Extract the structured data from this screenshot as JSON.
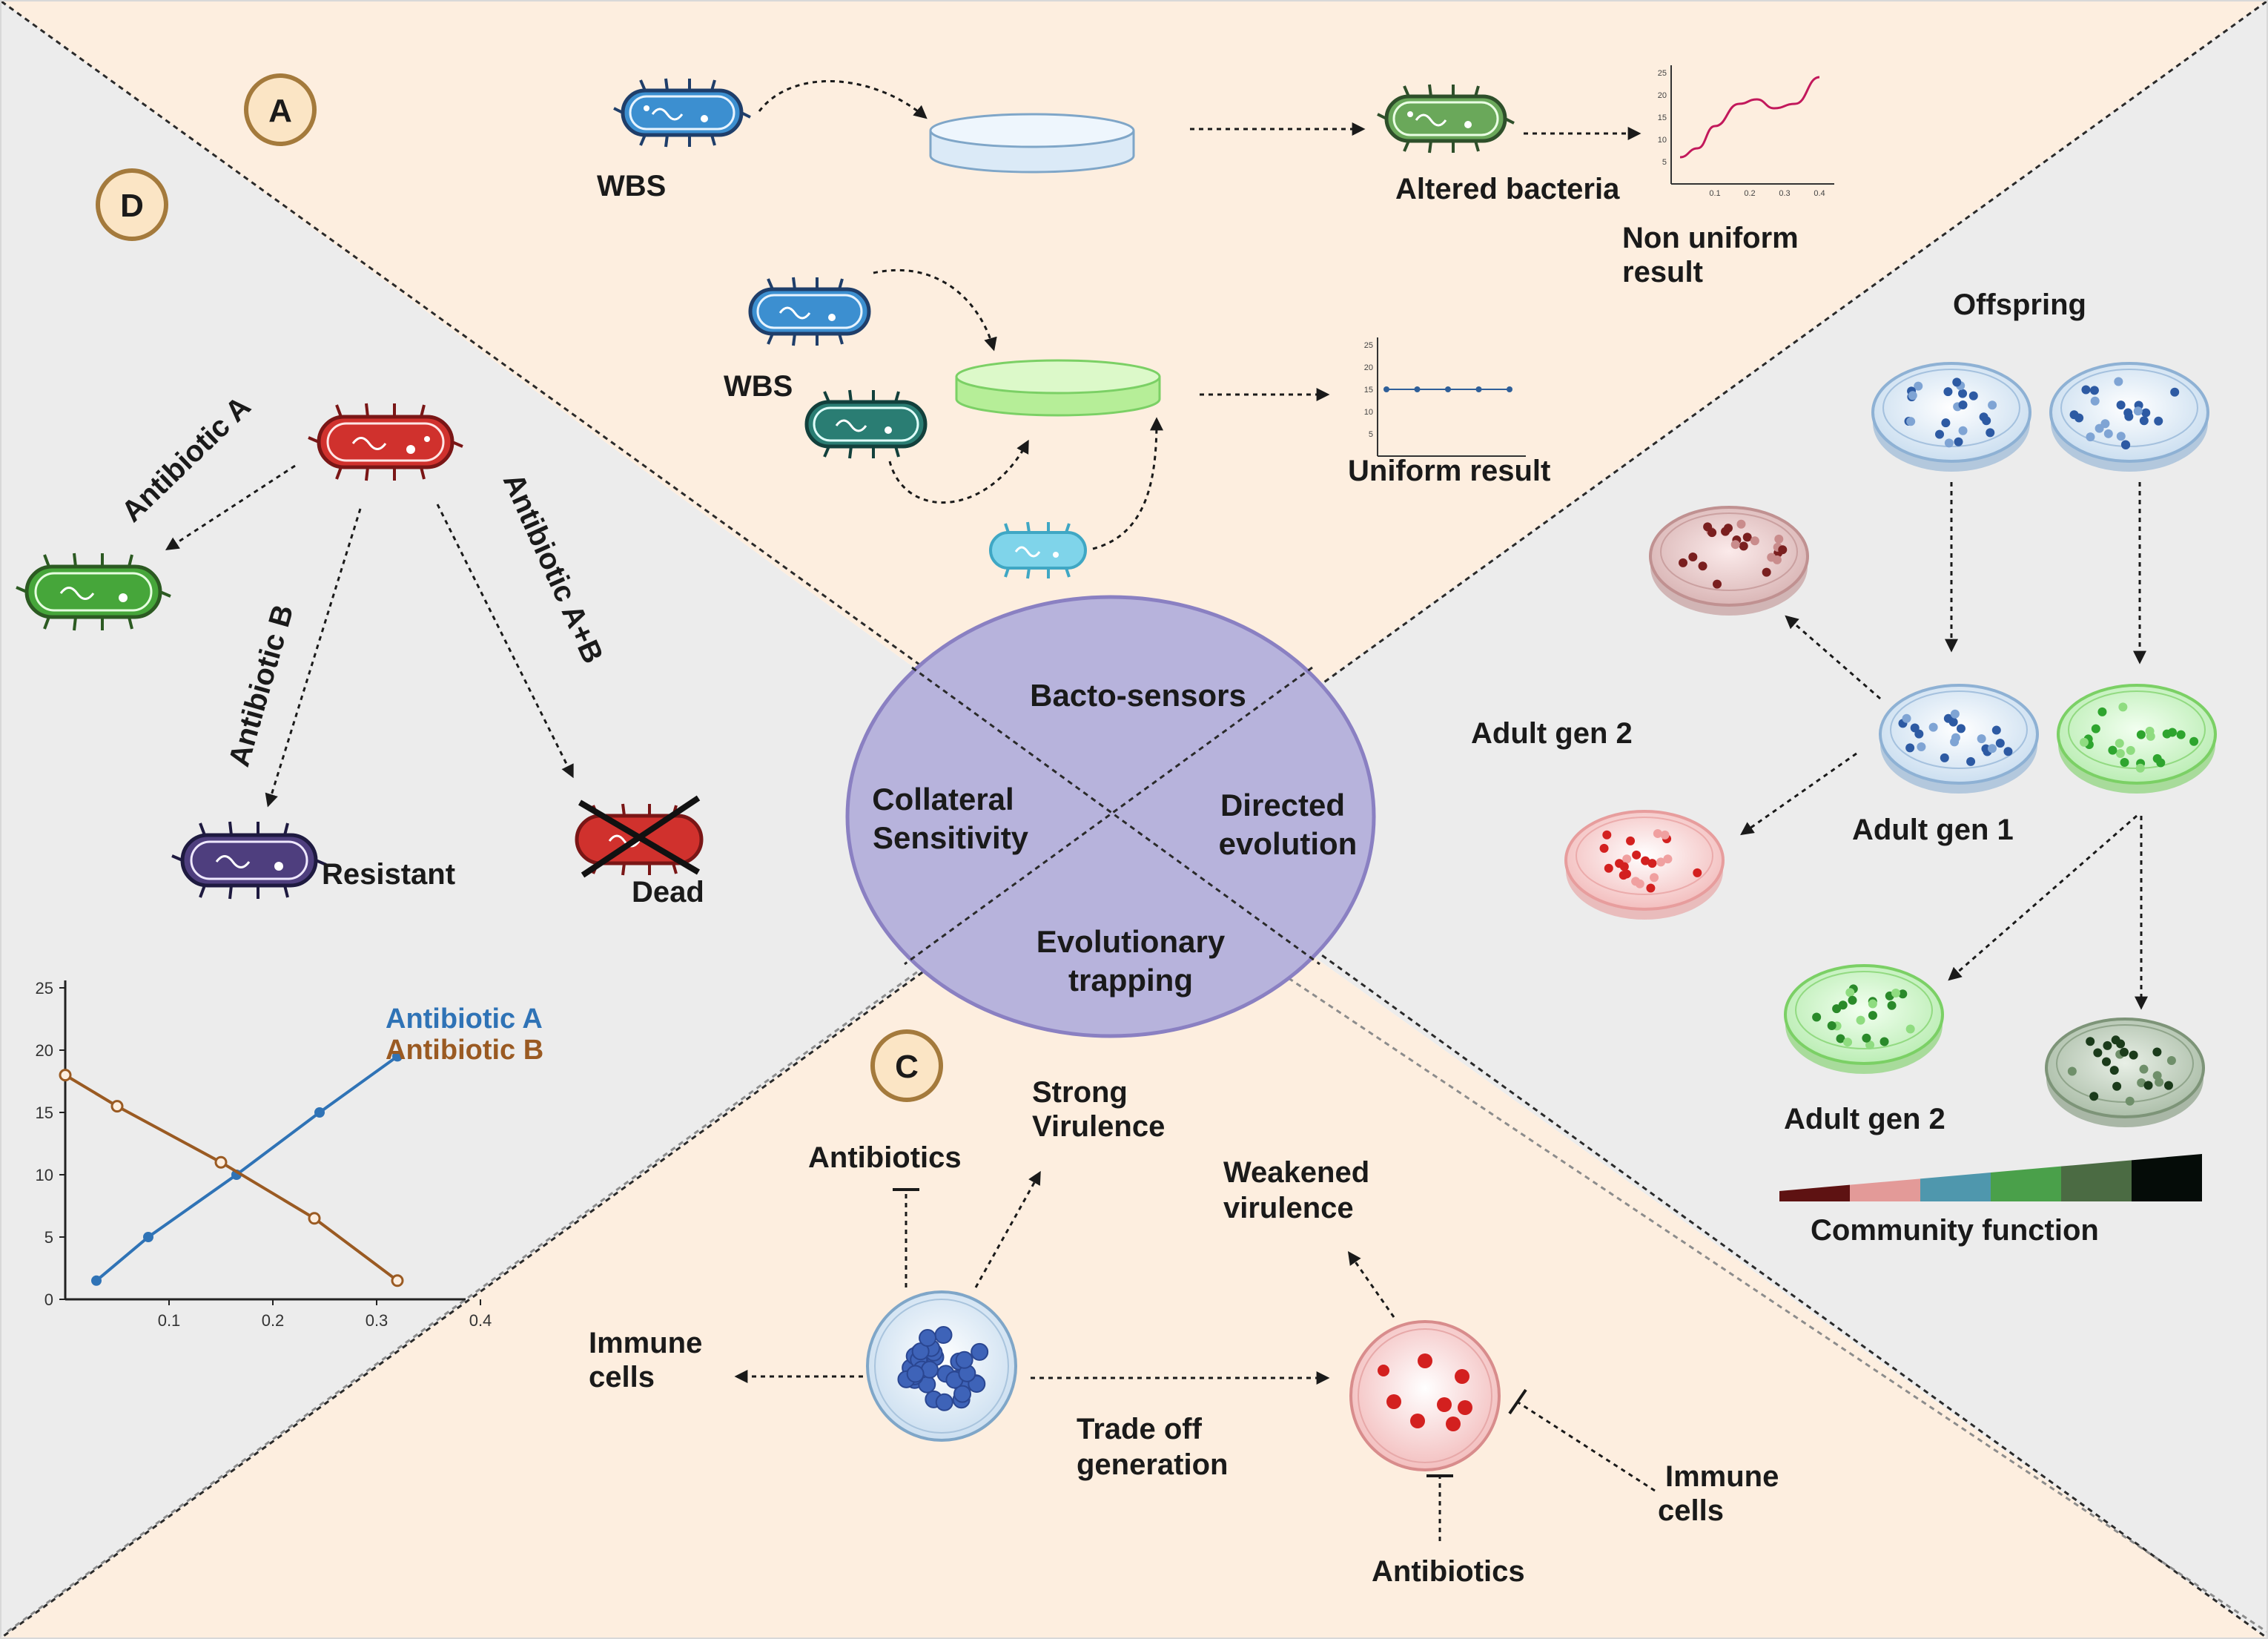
{
  "panels": {
    "a": {
      "label": "A"
    },
    "c": {
      "label": "C"
    },
    "d": {
      "label": "D"
    }
  },
  "center": {
    "bacto_sensors": "Bacto-sensors",
    "collateral": [
      "Collateral",
      "Sensitivity"
    ],
    "directed": [
      "Directed",
      "evolution"
    ],
    "evolutionary": [
      "Evolutionary",
      "trapping"
    ]
  },
  "panel_a": {
    "wbs_top": "WBS",
    "altered_bacteria": "Altered bacteria",
    "non_uniform": [
      "Non uniform",
      "result"
    ],
    "wbs_bottom": "WBS",
    "uniform_result": "Uniform result"
  },
  "panel_d": {
    "antibiotic_a": "Antibiotic A",
    "antibiotic_b": "Antibiotic B",
    "antibiotic_ab": "Antibiotic A+B",
    "resistant": "Resistant",
    "dead": "Dead",
    "legend_a": "Antibiotic A",
    "legend_b": "Antibiotic B"
  },
  "panel_b": {
    "offspring": "Offspring",
    "adult_gen_1": "Adult gen 1",
    "adult_gen_2_left": "Adult gen 2",
    "adult_gen_2_bottom": "Adult gen 2",
    "community_function": "Community function",
    "gradient_colors": [
      "#5e1212",
      "#e39a98",
      "#4f97ad",
      "#4aa04a",
      "#4b6b43",
      "#050c08"
    ]
  },
  "panel_c": {
    "strong_virulence": [
      "Strong",
      "Virulence"
    ],
    "antibiotics_top": "Antibiotics",
    "weakened_virulence": [
      "Weakened",
      "virulence"
    ],
    "immune_cells_left": [
      "Immune",
      "cells"
    ],
    "trade_off": [
      "Trade off",
      "generation"
    ],
    "immune_cells_right": [
      "Immune",
      "cells"
    ],
    "antibiotics_bottom": "Antibiotics"
  },
  "colors": {
    "peach_background": "#fdeedf",
    "grey_background": "#ececec",
    "center_ellipse": "#b7b3dc",
    "antibiotic_a_line": "#2f73b6",
    "antibiotic_b_line": "#9a5a22"
  },
  "chart_data": [
    {
      "type": "line",
      "series": [
        {
          "name": "Antibiotic A",
          "x": [
            0.03,
            0.08,
            0.165,
            0.245,
            0.32
          ],
          "y": [
            1.5,
            5,
            10,
            15,
            19.5
          ]
        },
        {
          "name": "Antibiotic B",
          "x": [
            0.0,
            0.05,
            0.15,
            0.24,
            0.32
          ],
          "y": [
            18,
            15.5,
            11,
            6.5,
            1.5
          ]
        }
      ],
      "xticks": [
        "0.1",
        "0.2",
        "0.3",
        "0.4"
      ],
      "yticks": [
        "0",
        "5",
        "10",
        "15",
        "20",
        "25"
      ],
      "xlim": [
        0,
        0.4
      ],
      "ylim": [
        0,
        25
      ],
      "legend": "top-right"
    },
    {
      "type": "line",
      "series": [
        {
          "x": [
            0.0,
            0.05,
            0.1,
            0.17,
            0.22,
            0.27,
            0.33,
            0.4
          ],
          "y": [
            6,
            8,
            13,
            18,
            19,
            17,
            18,
            24
          ]
        }
      ],
      "xticks": [
        "0.1",
        "0.2",
        "0.3",
        "0.4"
      ],
      "yticks": [
        "5",
        "10",
        "15",
        "20",
        "25"
      ],
      "ylim": [
        0,
        25
      ]
    },
    {
      "type": "scatter",
      "series": [
        {
          "x": [
            0.0,
            0.1,
            0.2,
            0.3,
            0.4
          ],
          "y": [
            15,
            15,
            15,
            15,
            15
          ]
        }
      ],
      "yticks": [
        "5",
        "10",
        "15",
        "20",
        "25"
      ],
      "ylim": [
        0,
        25
      ]
    }
  ]
}
